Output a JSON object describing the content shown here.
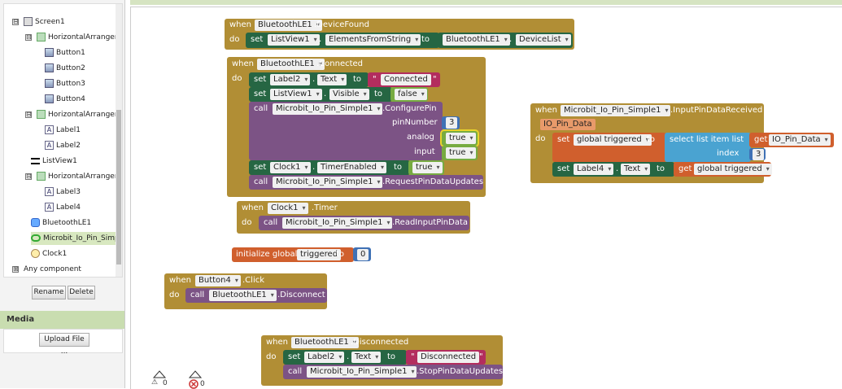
{
  "tree": {
    "items": [
      {
        "label": "Screen1",
        "icon": "screen-icon",
        "toggle": "⊟"
      },
      {
        "label": "HorizontalArrangemer",
        "icon": "horizontal-arrangement-icon",
        "toggle": "⊟"
      },
      {
        "label": "Button1",
        "icon": "button-icon"
      },
      {
        "label": "Button2",
        "icon": "button-icon"
      },
      {
        "label": "Button3",
        "icon": "button-icon"
      },
      {
        "label": "Button4",
        "icon": "button-icon"
      },
      {
        "label": "HorizontalArrangemer",
        "icon": "horizontal-arrangement-icon",
        "toggle": "⊟"
      },
      {
        "label": "Label1",
        "icon": "label-icon"
      },
      {
        "label": "Label2",
        "icon": "label-icon"
      },
      {
        "label": "ListView1",
        "icon": "listview-icon"
      },
      {
        "label": "HorizontalArrangemer",
        "icon": "horizontal-arrangement-icon",
        "toggle": "⊟"
      },
      {
        "label": "Label3",
        "icon": "label-icon"
      },
      {
        "label": "Label4",
        "icon": "label-icon"
      },
      {
        "label": "BluetoothLE1",
        "icon": "bluetooth-icon"
      },
      {
        "label": "Microbit_Io_Pin_Simpl",
        "icon": "microbit-icon"
      },
      {
        "label": "Clock1",
        "icon": "clock-icon"
      },
      {
        "label": "Any component",
        "icon": "",
        "toggle": "⊞"
      }
    ],
    "label_glyph": "A",
    "rename_label": "Rename",
    "delete_label": "Delete"
  },
  "media": {
    "title": "Media",
    "upload_label": "Upload File ..."
  },
  "blocks": {
    "device_found": {
      "when": "when",
      "component": "BluetoothLE1",
      "event": ".DeviceFound",
      "do": "do",
      "set": "set",
      "set_component": "ListView1",
      "dot": ".",
      "property": "ElementsFromString",
      "to": "to",
      "value_component": "BluetoothLE1",
      "value_property": "DeviceList"
    },
    "connected": {
      "when": "when",
      "component": "BluetoothLE1",
      "event": ".Connected",
      "do": "do",
      "set1": "set",
      "s1_comp": "Label2",
      "s1_prop": "Text",
      "s1_to": "to",
      "s1_val": "Connected",
      "set2": "set",
      "s2_comp": "ListView1",
      "s2_prop": "Visible",
      "s2_to": "to",
      "s2_val": "false",
      "call": "call",
      "call_comp": "Microbit_Io_Pin_Simple1",
      "call_method": ".ConfigurePin",
      "arg_pin": "pinNumber",
      "arg_pin_val": "3",
      "arg_analog": "analog",
      "arg_analog_val": "true",
      "arg_input": "input",
      "arg_input_val": "true",
      "set3": "set",
      "s3_comp": "Clock1",
      "s3_prop": "TimerEnabled",
      "s3_to": "to",
      "s3_val": "true",
      "call2": "call",
      "call2_comp": "Microbit_Io_Pin_Simple1",
      "call2_method": ".RequestPinDataUpdates",
      "dot": "."
    },
    "timer": {
      "when": "when",
      "component": "Clock1",
      "event": ".Timer",
      "do": "do",
      "call": "call",
      "call_comp": "Microbit_Io_Pin_Simple1",
      "call_method": ".ReadInputPinData"
    },
    "global_init": {
      "init": "initialize global",
      "name": "triggered",
      "to": "to",
      "value": "0"
    },
    "button4_click": {
      "when": "when",
      "component": "Button4",
      "event": ".Click",
      "do": "do",
      "call": "call",
      "call_comp": "BluetoothLE1",
      "call_method": ".Disconnect"
    },
    "disconnected": {
      "when": "when",
      "component": "BluetoothLE1",
      "event": ".Disconnected",
      "do": "do",
      "set": "set",
      "s_comp": "Label2",
      "s_prop": "Text",
      "s_to": "to",
      "s_val": "Disconnected",
      "dot": ".",
      "call": "call",
      "call_comp": "Microbit_Io_Pin_Simple1",
      "call_method": ".StopPinDataUpdates"
    },
    "input_pin": {
      "when": "when",
      "component": "Microbit_Io_Pin_Simple1",
      "event": ".InputPinDataReceived",
      "param": "IO_Pin_Data",
      "do": "do",
      "set1": "set",
      "s1_var": "global triggered",
      "s1_to": "to",
      "select": "select list item  list",
      "index": "index",
      "get1": "get",
      "get1_var": "IO_Pin_Data",
      "index_val": "3",
      "set2": "set",
      "s2_comp": "Label4",
      "s2_prop": "Text",
      "s2_to": "to",
      "dot": ".",
      "get2": "get",
      "get2_var": "global triggered"
    }
  },
  "warnings": {
    "warn_count": "0",
    "error_count": "0"
  },
  "colors": {
    "event": "#b18e35",
    "setter": "#266643",
    "call": "#7c5385",
    "text": "#b32d5e",
    "logic": "#77ab41",
    "math": "#3f71b5",
    "variable": "#d05f2d",
    "list": "#4aa3d1"
  }
}
